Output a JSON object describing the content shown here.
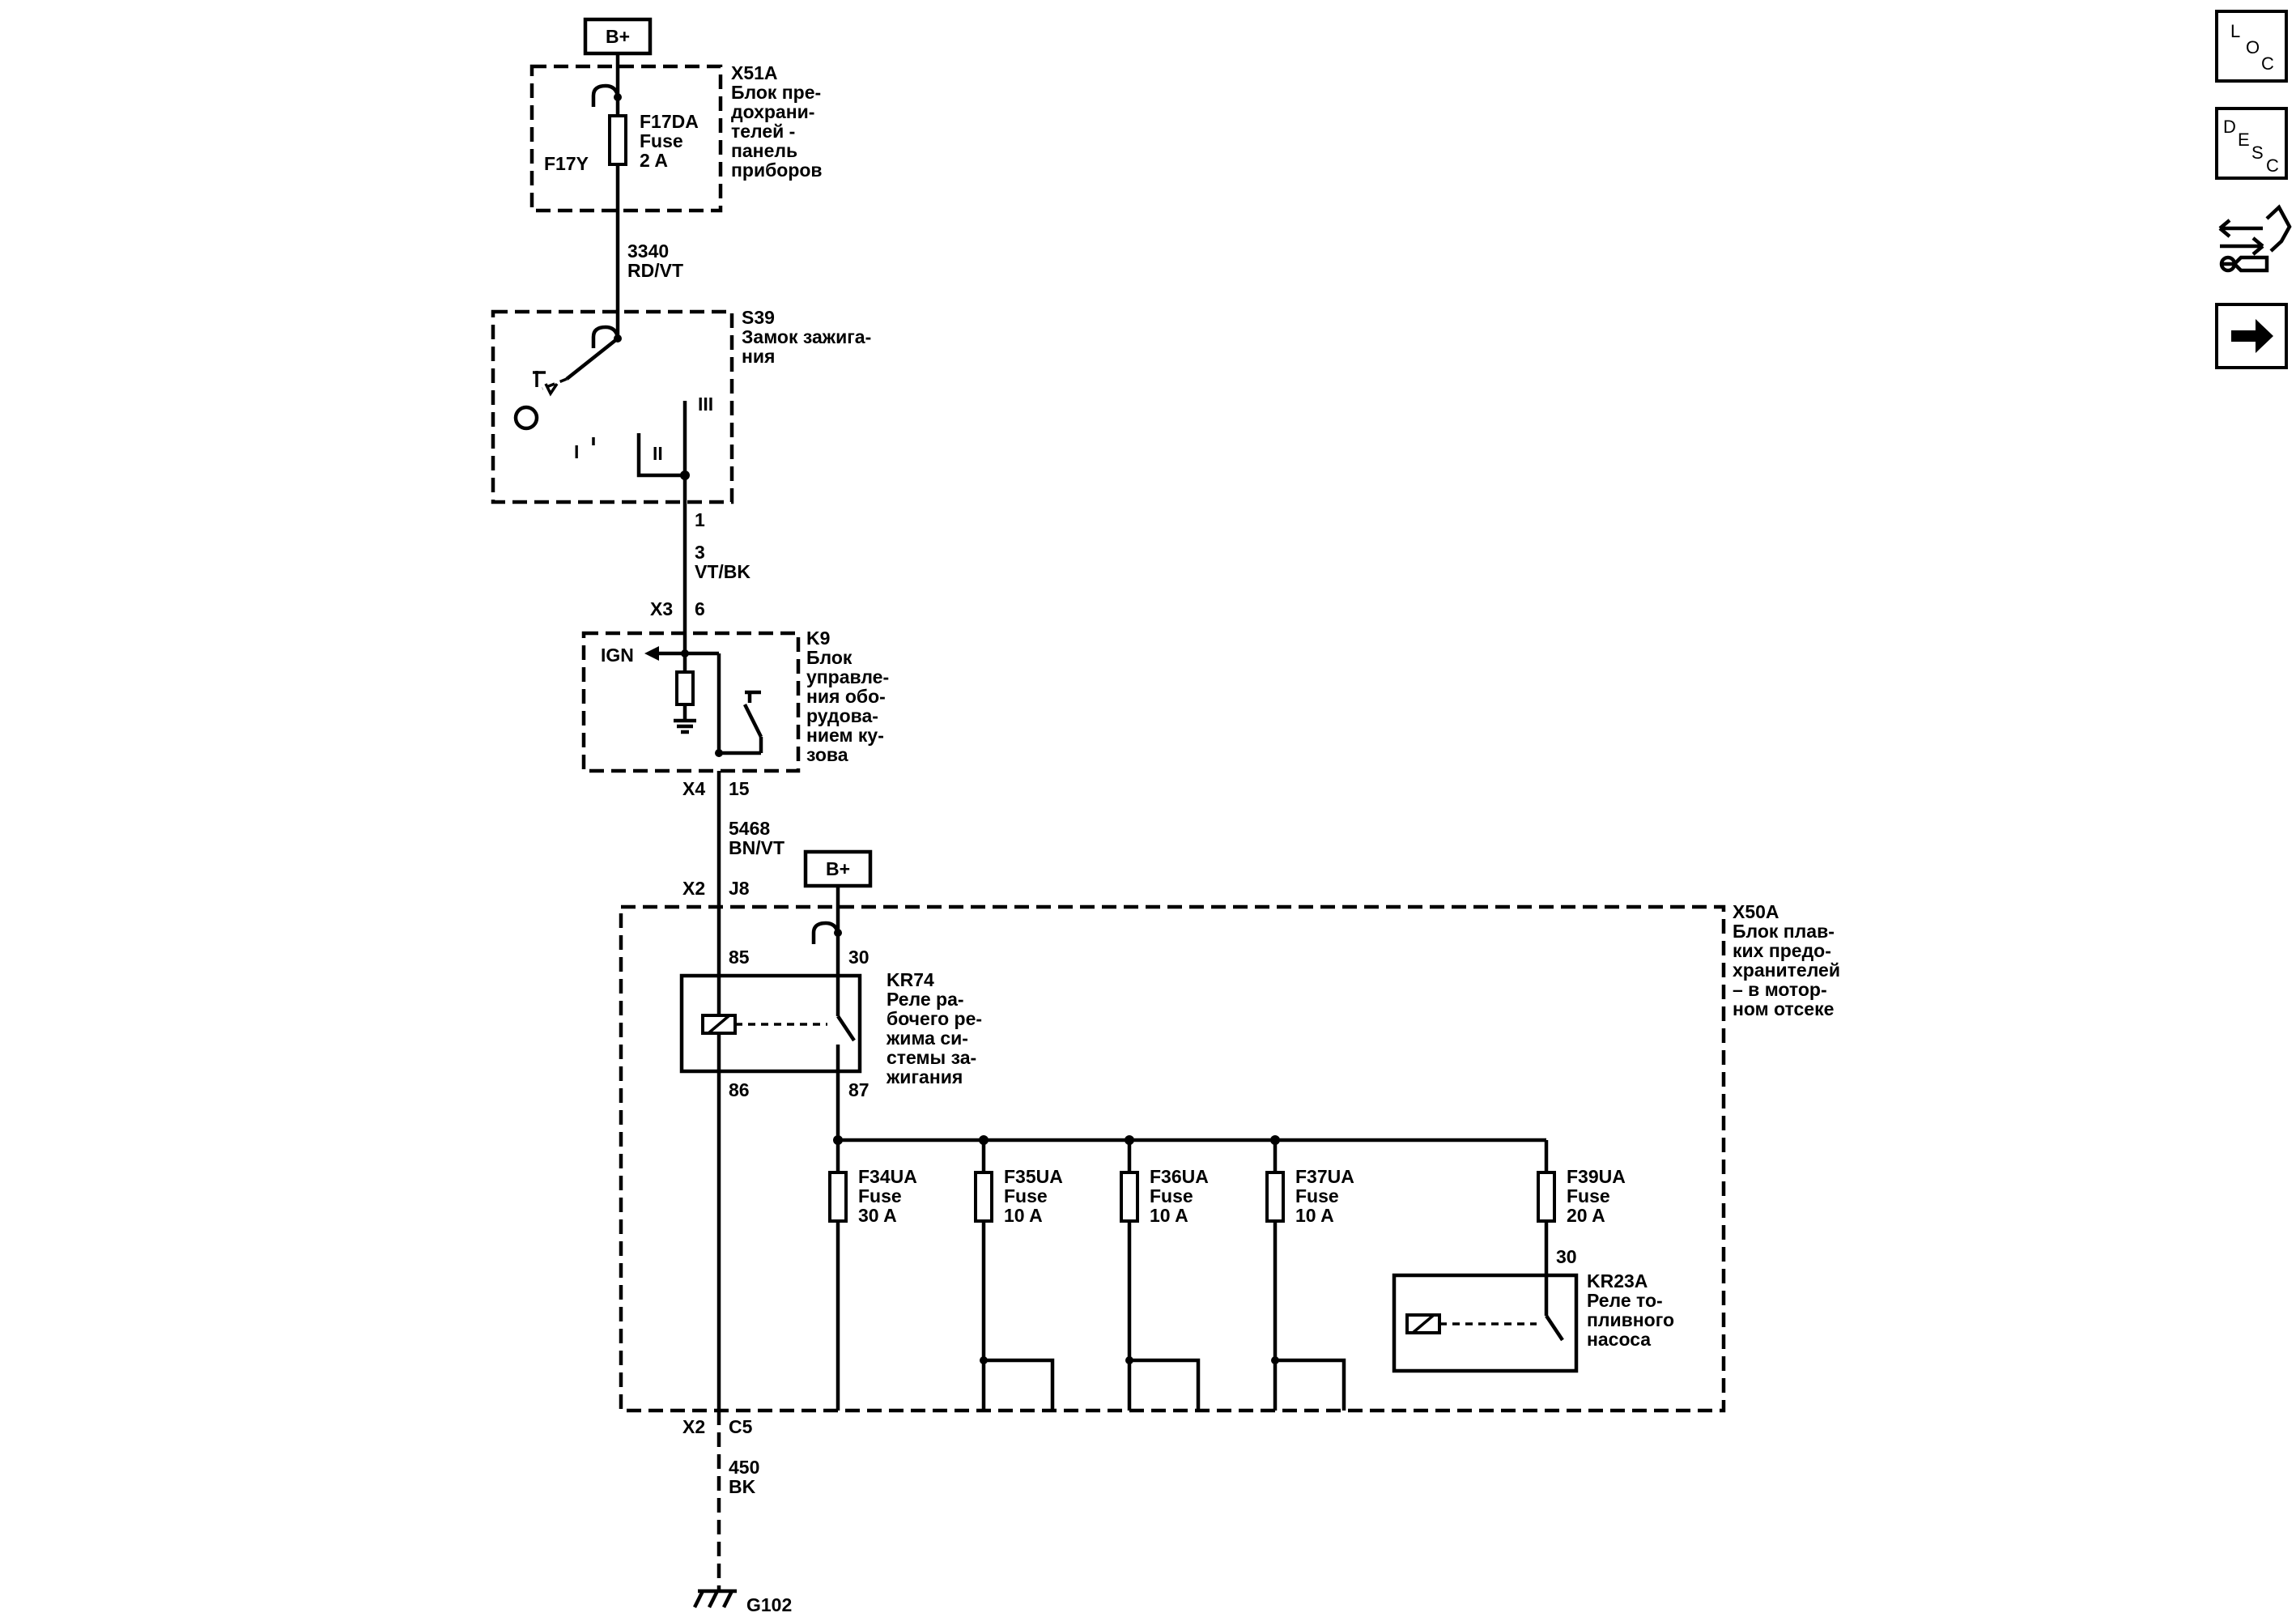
{
  "supply": {
    "bplus_top": "B+",
    "bplus_mid": "B+"
  },
  "x51a": {
    "id": "X51A",
    "desc": [
      "Блок пре-",
      "дохрани-",
      "телей -",
      "панель",
      "приборов"
    ],
    "fuse_name": "F17DA",
    "fuse_word": "Fuse",
    "fuse_rating": "2 A",
    "fuse_ref": "F17Y"
  },
  "wire1": {
    "circuit": "3340",
    "color": "RD/VT"
  },
  "s39": {
    "id": "S39",
    "desc": [
      "Замок зажига-",
      "ния"
    ],
    "pos1": "I",
    "pos2": "II",
    "pos3": "III",
    "pin": "1"
  },
  "wire2": {
    "circuit": "3",
    "color": "VT/BK"
  },
  "k9": {
    "id": "K9",
    "desc": [
      "Блок",
      "управле-",
      "ния обо-",
      "рудова-",
      "нием ку-",
      "зова"
    ],
    "in_conn": "X3",
    "in_pin": "6",
    "ign": "IGN",
    "out_conn": "X4",
    "out_pin": "15"
  },
  "wire3": {
    "circuit": "5468",
    "color": "BN/VT"
  },
  "x50a": {
    "id": "X50A",
    "desc": [
      "Блок плав-",
      "ких предо-",
      "хранителей",
      "– в мотор-",
      "ном отсеке"
    ],
    "in_conn": "X2",
    "in_pin": "J8",
    "out_conn": "X2",
    "out_pin": "C5"
  },
  "kr74": {
    "id": "KR74",
    "desc": [
      "Реле ра-",
      "бочего ре-",
      "жима си-",
      "стемы за-",
      "жигания"
    ],
    "p85": "85",
    "p86": "86",
    "p30": "30",
    "p87": "87"
  },
  "fuses": [
    {
      "name": "F34UA",
      "word": "Fuse",
      "rating": "30 A"
    },
    {
      "name": "F35UA",
      "word": "Fuse",
      "rating": "10 A"
    },
    {
      "name": "F36UA",
      "word": "Fuse",
      "rating": "10 A"
    },
    {
      "name": "F37UA",
      "word": "Fuse",
      "rating": "10 A"
    },
    {
      "name": "F39UA",
      "word": "Fuse",
      "rating": "20 A"
    }
  ],
  "kr23a": {
    "id": "KR23A",
    "desc": [
      "Реле то-",
      "пливного",
      "насоса"
    ],
    "p30": "30"
  },
  "ground_wire": {
    "circuit": "450",
    "color": "BK"
  },
  "ground": {
    "id": "G102"
  },
  "nav": {
    "loc": {
      "l": "L",
      "o": "O",
      "c": "C"
    },
    "desc": {
      "d": "D",
      "e": "E",
      "s": "S",
      "c": "C"
    },
    "icons": [
      "connector-repair-icon",
      "next-arrow-icon"
    ]
  }
}
